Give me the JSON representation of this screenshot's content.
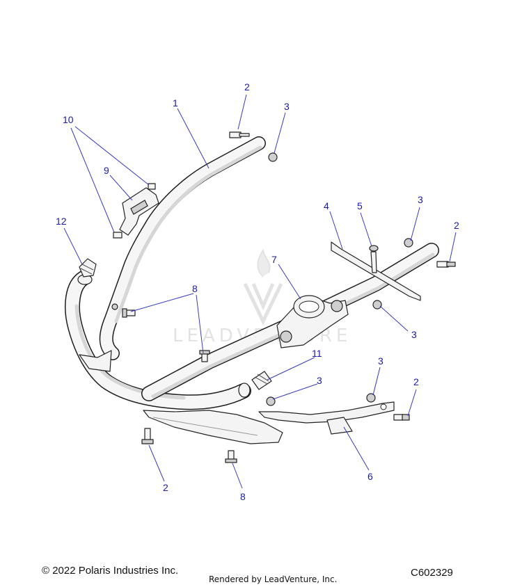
{
  "watermark": {
    "text": "LEADVENTURE",
    "color": "#e3e3e3"
  },
  "callouts": [
    {
      "id": "c1",
      "label": "1"
    },
    {
      "id": "c2a",
      "label": "2"
    },
    {
      "id": "c3a",
      "label": "3"
    },
    {
      "id": "c10",
      "label": "10"
    },
    {
      "id": "c9",
      "label": "9"
    },
    {
      "id": "c12",
      "label": "12"
    },
    {
      "id": "c4",
      "label": "4"
    },
    {
      "id": "c5",
      "label": "5"
    },
    {
      "id": "c3b",
      "label": "3"
    },
    {
      "id": "c2b",
      "label": "2"
    },
    {
      "id": "c7",
      "label": "7"
    },
    {
      "id": "c8a",
      "label": "8"
    },
    {
      "id": "c3c",
      "label": "3"
    },
    {
      "id": "c11",
      "label": "11"
    },
    {
      "id": "c3d",
      "label": "3"
    },
    {
      "id": "c3e",
      "label": "3"
    },
    {
      "id": "c2c",
      "label": "2"
    },
    {
      "id": "c6",
      "label": "6"
    },
    {
      "id": "c2d",
      "label": "2"
    },
    {
      "id": "c8b",
      "label": "8"
    }
  ],
  "footer": {
    "copyright": "© 2022 Polaris Industries Inc.",
    "rendered_by": "Rendered by LeadVenture, Inc.",
    "diagram_id": "C602329"
  },
  "colors": {
    "callout": "#1a1aa8",
    "leader": "#3a3ac0",
    "outline": "#222222",
    "part_fill": "#f4f4f4"
  }
}
